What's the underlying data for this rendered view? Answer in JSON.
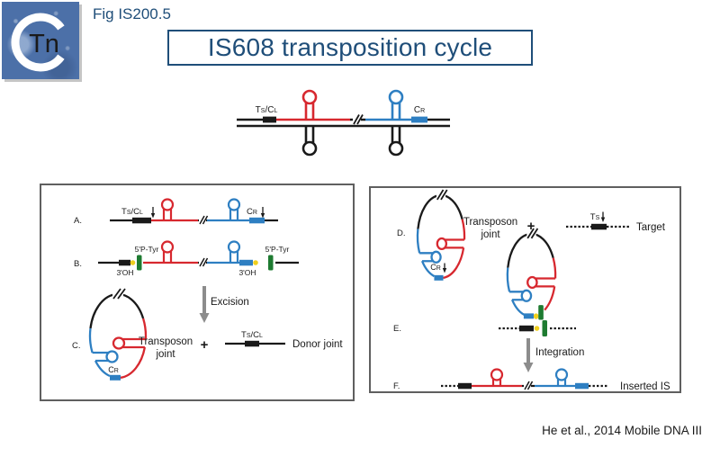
{
  "header": {
    "fig_label": "Fig IS200.5",
    "title": "IS608 transposition cycle"
  },
  "logo": {
    "text": "Tn"
  },
  "sites": {
    "ts_cl": {
      "t": "T",
      "s": "S",
      "c": "/C",
      "l": "L"
    },
    "cr": {
      "c": "C",
      "r": "R"
    },
    "ts": {
      "t": "T",
      "s": "S"
    }
  },
  "chem": {
    "oh3": "3'OH",
    "ptyr5": "5'P-Tyr"
  },
  "left_panel": {
    "row_a": "A.",
    "row_b": "B.",
    "row_c": "C.",
    "excision": "Excision",
    "plus": "+",
    "transposon": "Transposon",
    "joint": "joint",
    "donor_joint": "Donor joint"
  },
  "right_panel": {
    "row_d": "D.",
    "row_e": "E.",
    "row_f": "F.",
    "plus": "+",
    "transposon": "Transposon",
    "joint": "joint",
    "target": "Target",
    "integration": "Integration",
    "inserted_is": "Inserted IS"
  },
  "footer": {
    "citation": "He et al., 2014 Mobile DNA III"
  },
  "colors": {
    "red": "#D7282F",
    "blue": "#2E7FC2",
    "green": "#1E7B31",
    "yellow": "#EFCF1E",
    "arrow_gray": "#8C8C8C",
    "accent_blue": "#1F4E79",
    "strand": "#1A1A1A"
  }
}
